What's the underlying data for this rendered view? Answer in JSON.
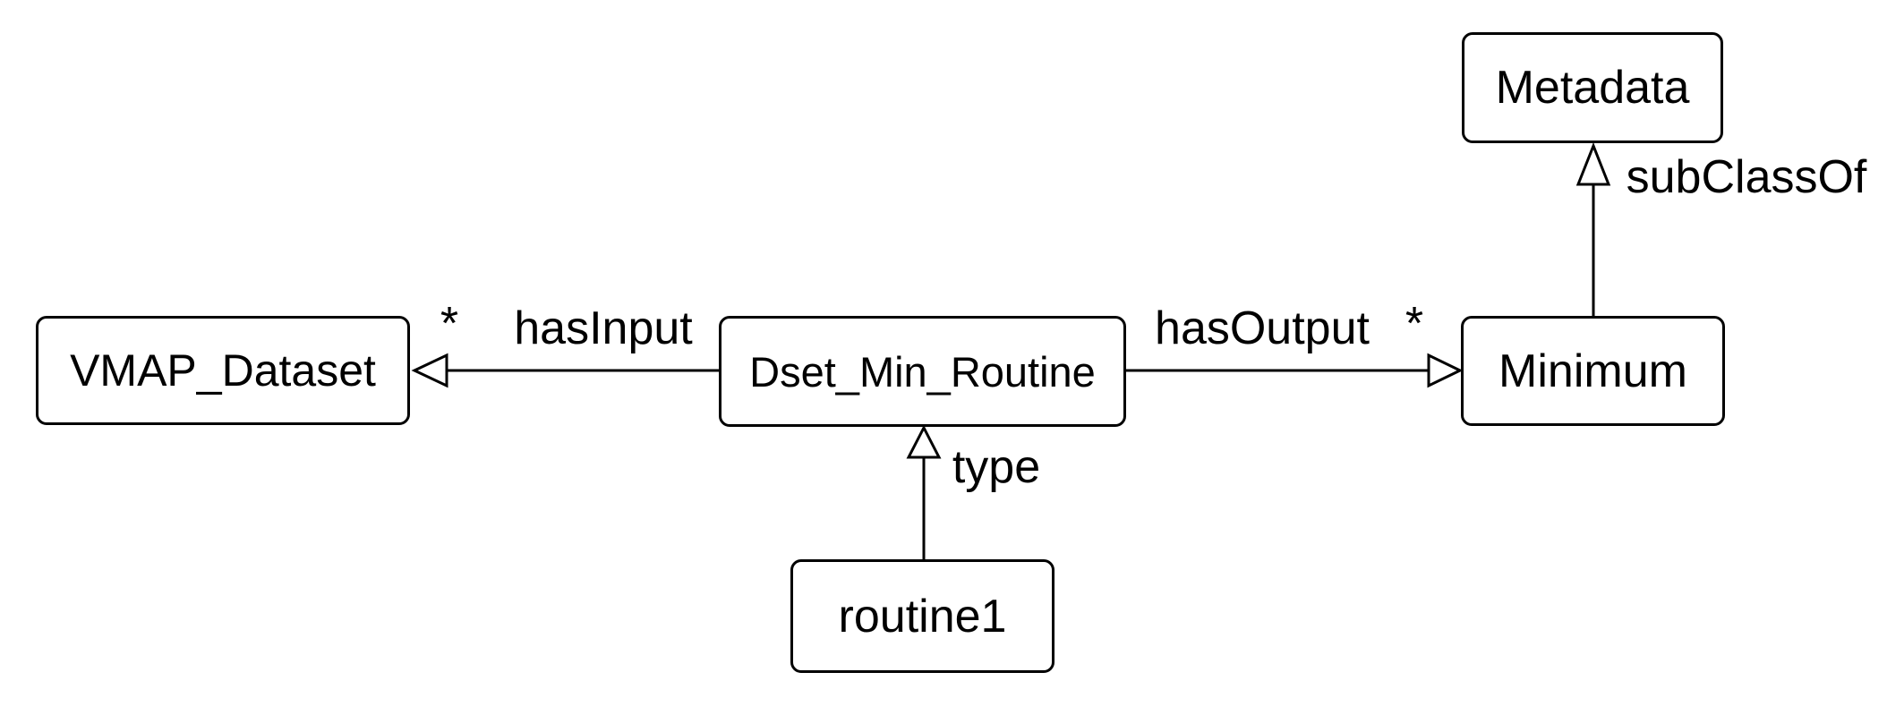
{
  "diagram": {
    "background_color": "#ffffff",
    "stroke_color": "#000000",
    "text_color": "#000000",
    "node_fill_color": "#ffffff",
    "nodes": [
      {
        "id": "vmap_dataset",
        "label": "VMAP_Dataset"
      },
      {
        "id": "dset_min_routine",
        "label": "Dset_Min_Routine"
      },
      {
        "id": "minimum",
        "label": "Minimum"
      },
      {
        "id": "metadata",
        "label": "Metadata"
      },
      {
        "id": "routine1",
        "label": "routine1"
      }
    ],
    "edges": [
      {
        "id": "has_input",
        "label": "hasInput",
        "multiplicity": "*",
        "from": "Dset_Min_Routine",
        "to": "VMAP_Dataset",
        "arrow": "open-triangle"
      },
      {
        "id": "has_output",
        "label": "hasOutput",
        "multiplicity": "*",
        "from": "Dset_Min_Routine",
        "to": "Minimum",
        "arrow": "open-triangle"
      },
      {
        "id": "sub_class_of",
        "label": "subClassOf",
        "from": "Minimum",
        "to": "Metadata",
        "arrow": "open-triangle"
      },
      {
        "id": "type",
        "label": "type",
        "from": "routine1",
        "to": "Dset_Min_Routine",
        "arrow": "open-triangle"
      }
    ]
  }
}
